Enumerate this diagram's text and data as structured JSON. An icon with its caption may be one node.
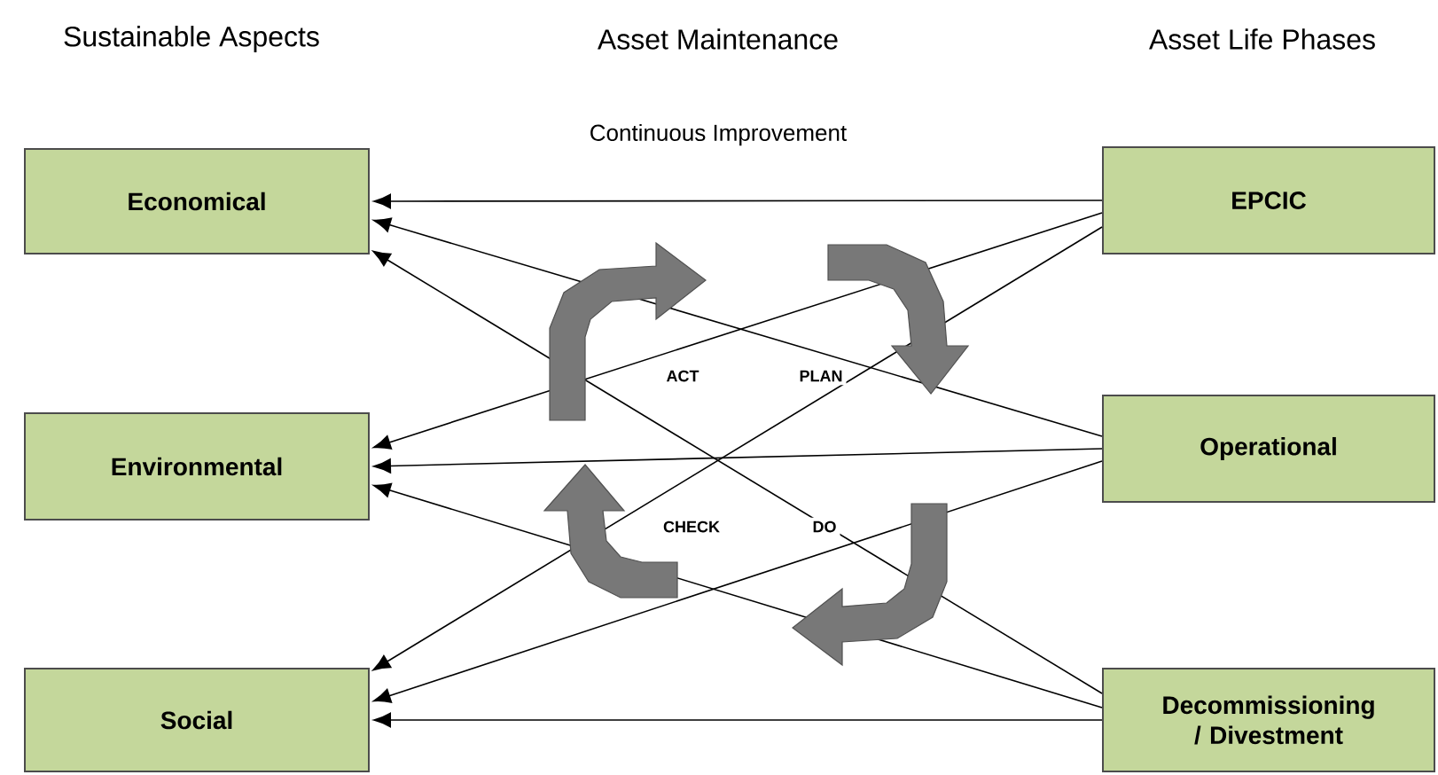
{
  "diagram": {
    "nodes": [
      {
        "text": [
          "Economical"
        ]
      },
      {
        "text": [
          "EPCIC"
        ]
      },
      {
        "text": [
          "Environmental"
        ]
      },
      {
        "text": [
          "Operational"
        ]
      },
      {
        "text": [
          "Social"
        ]
      },
      {
        "text": [
          "Decommissioning / Divestment"
        ]
      }
    ],
    "edges": [
      {
        "from": 1,
        "to": 0,
        "arrow": "to"
      },
      {
        "from": 1,
        "to": 2,
        "arrow": "to"
      },
      {
        "from": 1,
        "to": 4,
        "arrow": "to"
      },
      {
        "from": 3,
        "to": 0,
        "arrow": "to"
      },
      {
        "from": 3,
        "to": 2,
        "arrow": "to"
      },
      {
        "from": 3,
        "to": 4,
        "arrow": "to"
      },
      {
        "from": 5,
        "to": 0,
        "arrow": "to"
      },
      {
        "from": 5,
        "to": 2,
        "arrow": "to"
      },
      {
        "from": 5,
        "to": 4,
        "arrow": "to"
      }
    ],
    "labels": [
      "Sustainable Aspects",
      "Asset Maintenance",
      "Asset Life Phases",
      "Continuous Improvement",
      "ACT",
      "PLAN",
      "CHECK",
      "DO"
    ]
  }
}
